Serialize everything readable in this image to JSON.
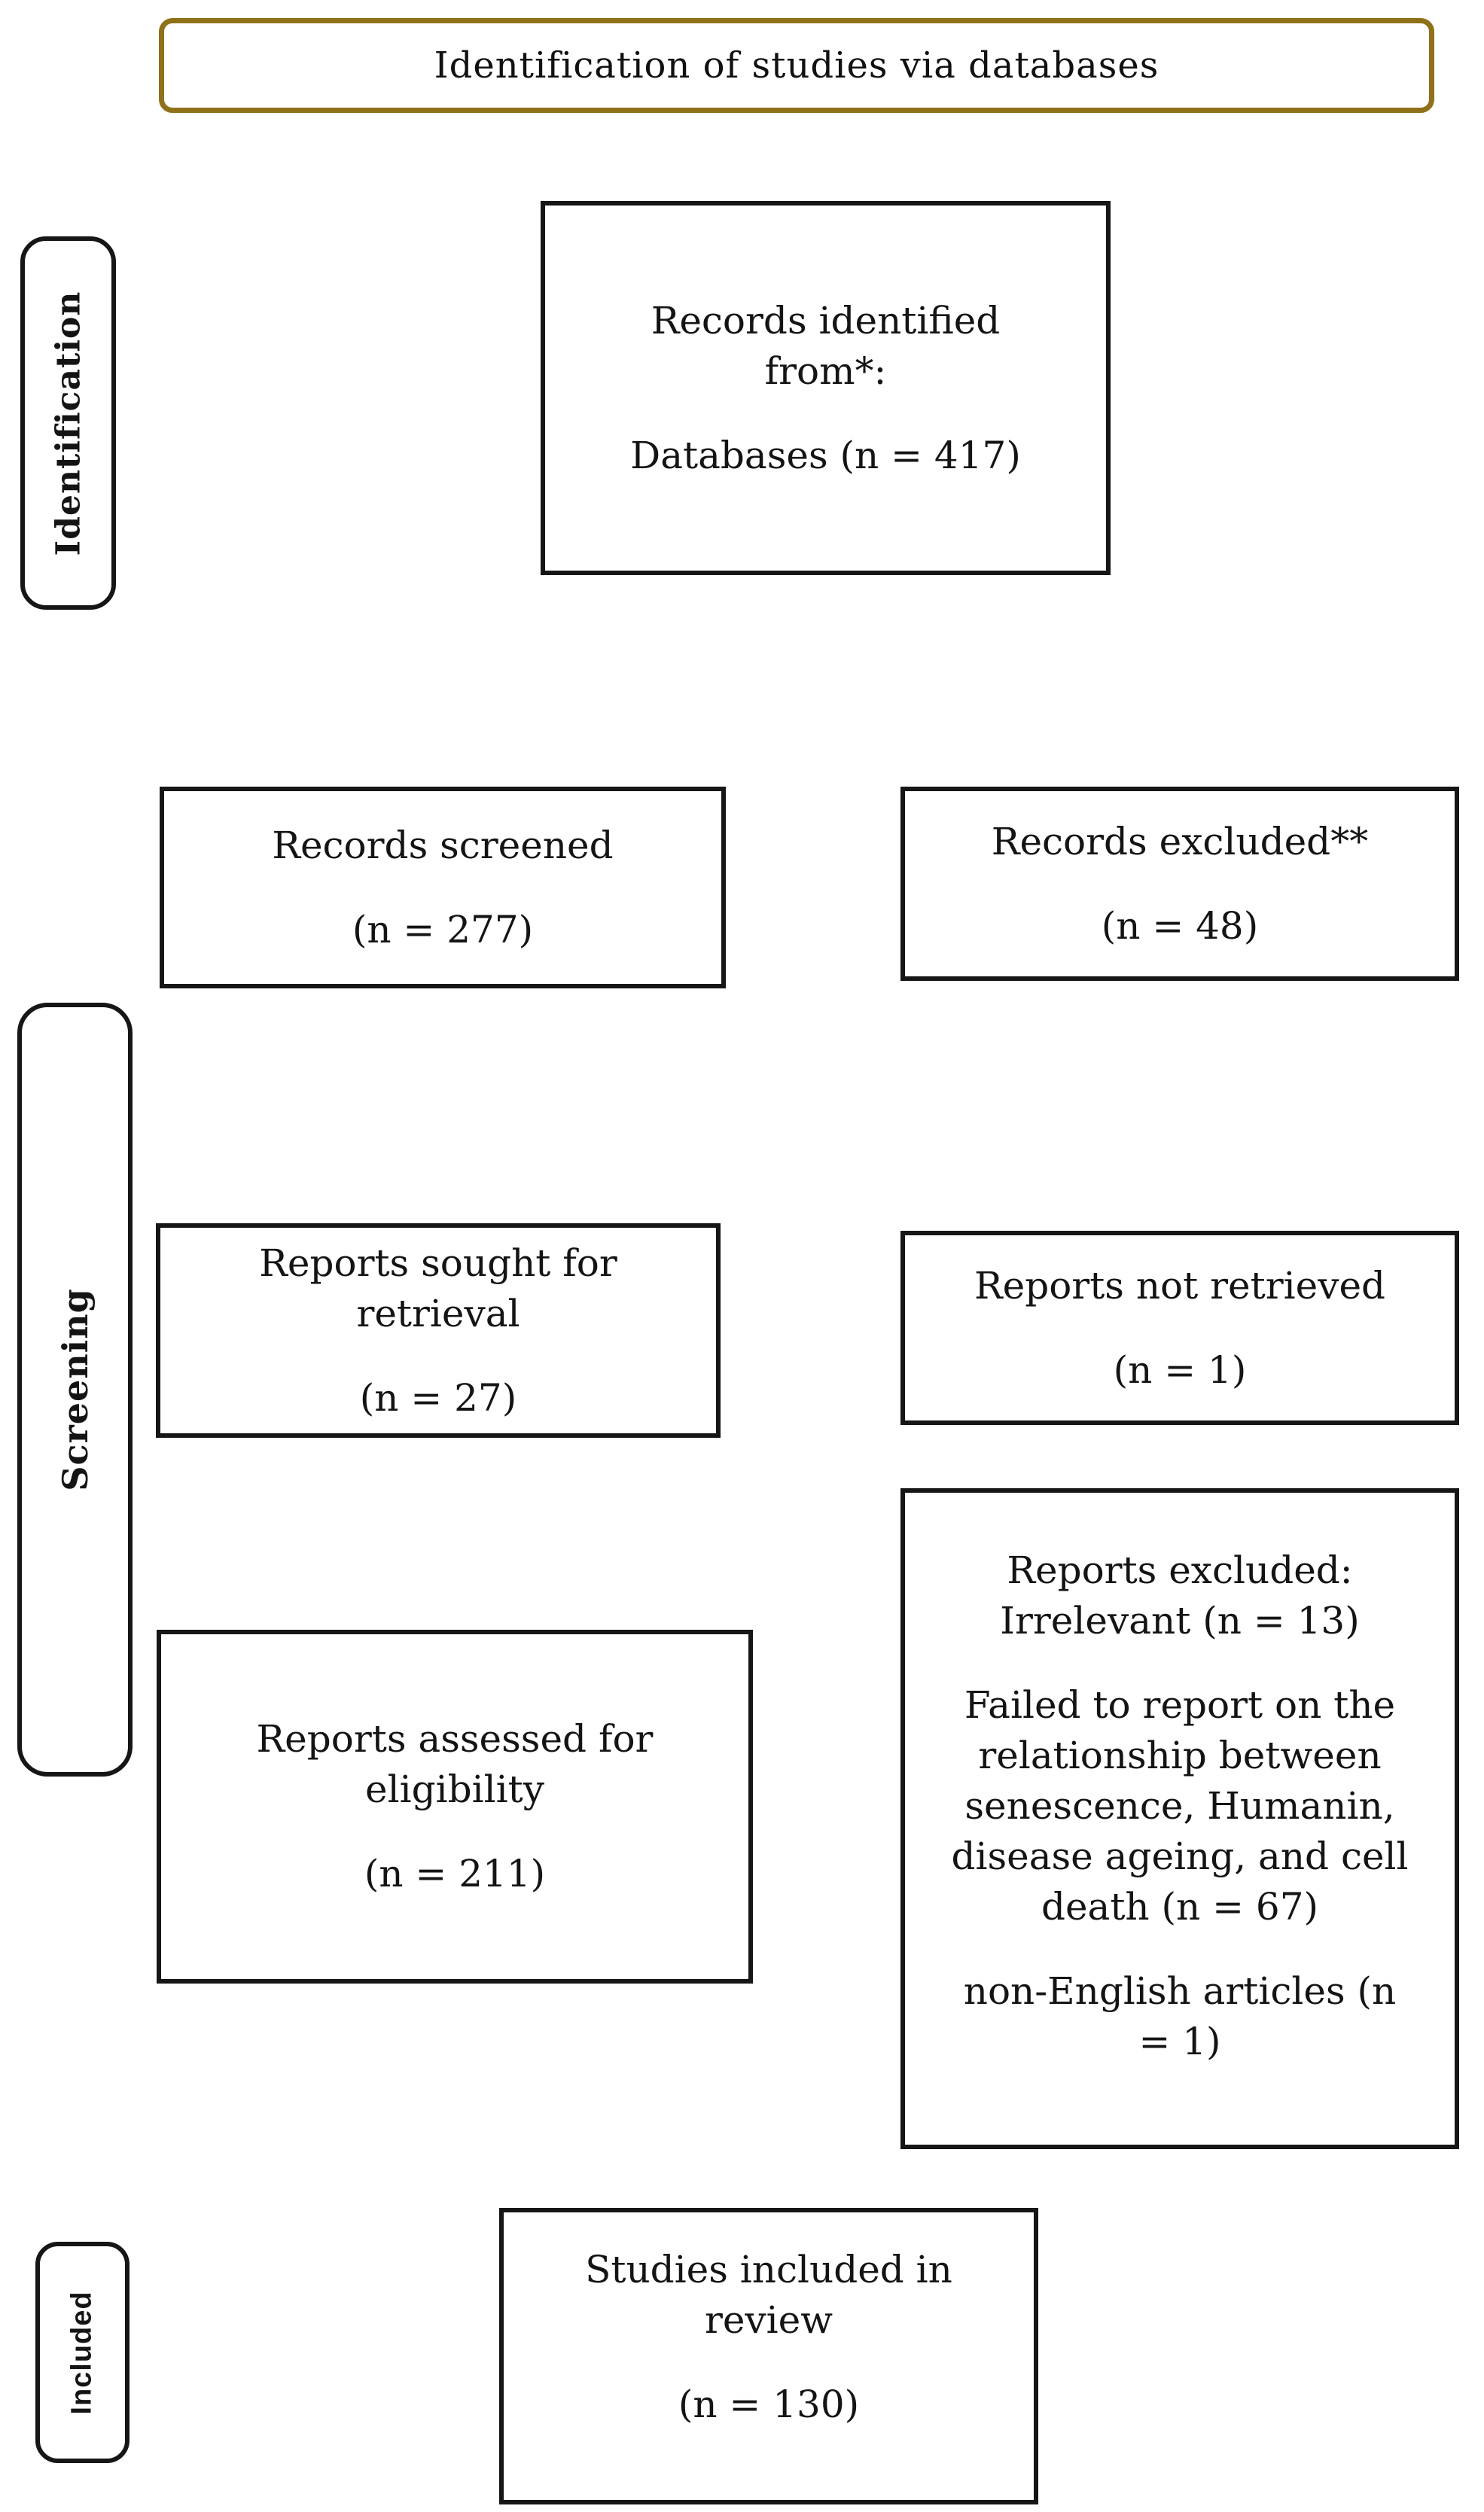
{
  "header": {
    "title": "Identification of studies via databases"
  },
  "sidebar": {
    "identification_label": "Identification",
    "screening_label": "Screening",
    "included_label": "Included"
  },
  "boxes": {
    "records_identified": {
      "label": "Records identified from*:",
      "count": "Databases (n = 417)"
    },
    "records_screened": {
      "label": "Records screened",
      "count": "(n = 277)"
    },
    "records_excluded": {
      "label": "Records excluded**",
      "count": "(n = 48)"
    },
    "reports_sought": {
      "label": "Reports sought for retrieval",
      "count": "(n = 27)"
    },
    "reports_not_retrieved": {
      "label": "Reports not retrieved",
      "count": "(n = 1)"
    },
    "reports_assessed": {
      "label": "Reports assessed for eligibility",
      "count": "(n = 211)"
    },
    "reports_excluded_detail": {
      "line1": "Reports excluded:",
      "line2": "Irrelevant (n = 13)",
      "line3": "Failed to report on the relationship between senescence, Humanin, disease ageing, and cell death (n = 67)",
      "line4": "non-English articles (n = 1)"
    },
    "studies_included": {
      "label": "Studies included in review",
      "count": "(n = 130)"
    }
  },
  "colors": {
    "title_border": "#8F711A",
    "box_border": "#161616",
    "text": "#141414",
    "background": "#ffffff"
  }
}
